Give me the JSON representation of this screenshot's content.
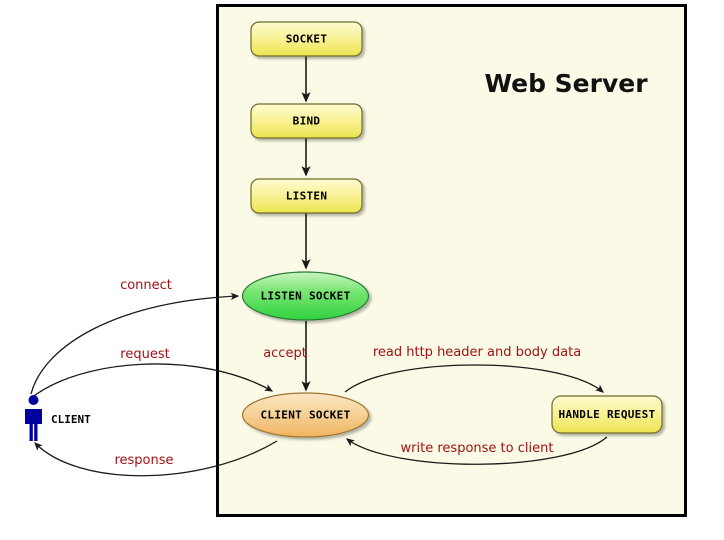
{
  "diagram": {
    "title": "Web Server",
    "container": {
      "name": "web-server-boundary",
      "fill": "#fafae6",
      "stroke": "#000000"
    },
    "actor": {
      "label": "CLIENT",
      "color": "#00009f",
      "icon": "person-icon"
    },
    "nodes": [
      {
        "id": "socket",
        "label": "SOCKET",
        "shape": "rounded-rect",
        "fill": "#f2e96e"
      },
      {
        "id": "bind",
        "label": "BIND",
        "shape": "rounded-rect",
        "fill": "#f2e96e"
      },
      {
        "id": "listen",
        "label": "LISTEN",
        "shape": "rounded-rect",
        "fill": "#f2e96e"
      },
      {
        "id": "listen_socket",
        "label": "LISTEN SOCKET",
        "shape": "ellipse",
        "fill": "#4ce05a"
      },
      {
        "id": "client_socket",
        "label": "CLIENT SOCKET",
        "shape": "ellipse",
        "fill": "#f2bd6e"
      },
      {
        "id": "handle_request",
        "label": "HANDLE REQUEST",
        "shape": "rounded-rect",
        "fill": "#f2e96e"
      }
    ],
    "edges": [
      {
        "id": "e-socket-bind",
        "from": "socket",
        "to": "bind",
        "label": ""
      },
      {
        "id": "e-bind-listen",
        "from": "bind",
        "to": "listen",
        "label": ""
      },
      {
        "id": "e-listen-lsocket",
        "from": "listen",
        "to": "listen_socket",
        "label": ""
      },
      {
        "id": "e-connect",
        "from": "client",
        "to": "listen_socket",
        "label": "connect"
      },
      {
        "id": "e-accept",
        "from": "listen_socket",
        "to": "client_socket",
        "label": "accept"
      },
      {
        "id": "e-request",
        "from": "client",
        "to": "client_socket",
        "label": "request"
      },
      {
        "id": "e-read",
        "from": "client_socket",
        "to": "handle_request",
        "label": "read http header and body data"
      },
      {
        "id": "e-write",
        "from": "handle_request",
        "to": "client_socket",
        "label": "write response to client"
      },
      {
        "id": "e-response",
        "from": "client_socket",
        "to": "client",
        "label": "response"
      }
    ],
    "colors": {
      "edge_label": "#a01216",
      "node_text": "#000000",
      "arrow": "#1a1a1a",
      "panel_bg": "#fafae6",
      "yellow": "#f2e96e",
      "green": "#4ce05a",
      "orange": "#f2bd6e",
      "actor": "#00009f"
    }
  }
}
